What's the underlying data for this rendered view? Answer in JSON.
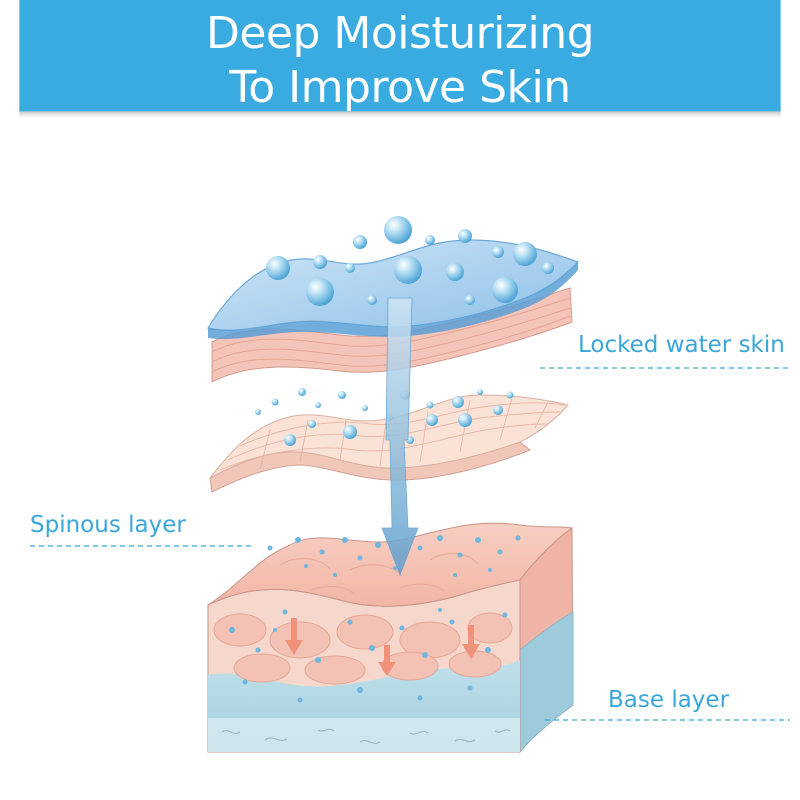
{
  "header": {
    "title_line1": "Deep Moisturizing",
    "title_line2": "To Improve Skin"
  },
  "labels": {
    "locked_water_skin": "Locked water skin",
    "spinous_layer": "Spinous layer",
    "base_layer": "Base layer"
  },
  "colors": {
    "banner": "#3aabe0",
    "banner_shadow": "#c9c9c9",
    "label_text": "#3aa6d9",
    "dashed_line": "#3aa6d9",
    "water_drop": "#7cc4e6",
    "film_blue": "#8cc2e8",
    "skin_pink": "#f5c4b8",
    "skin_pale": "#fbe2d6",
    "base_blue": "#a9d3e3",
    "arrow_blue": "#6aa7cf",
    "arrow_salmon": "#ef8c74"
  }
}
